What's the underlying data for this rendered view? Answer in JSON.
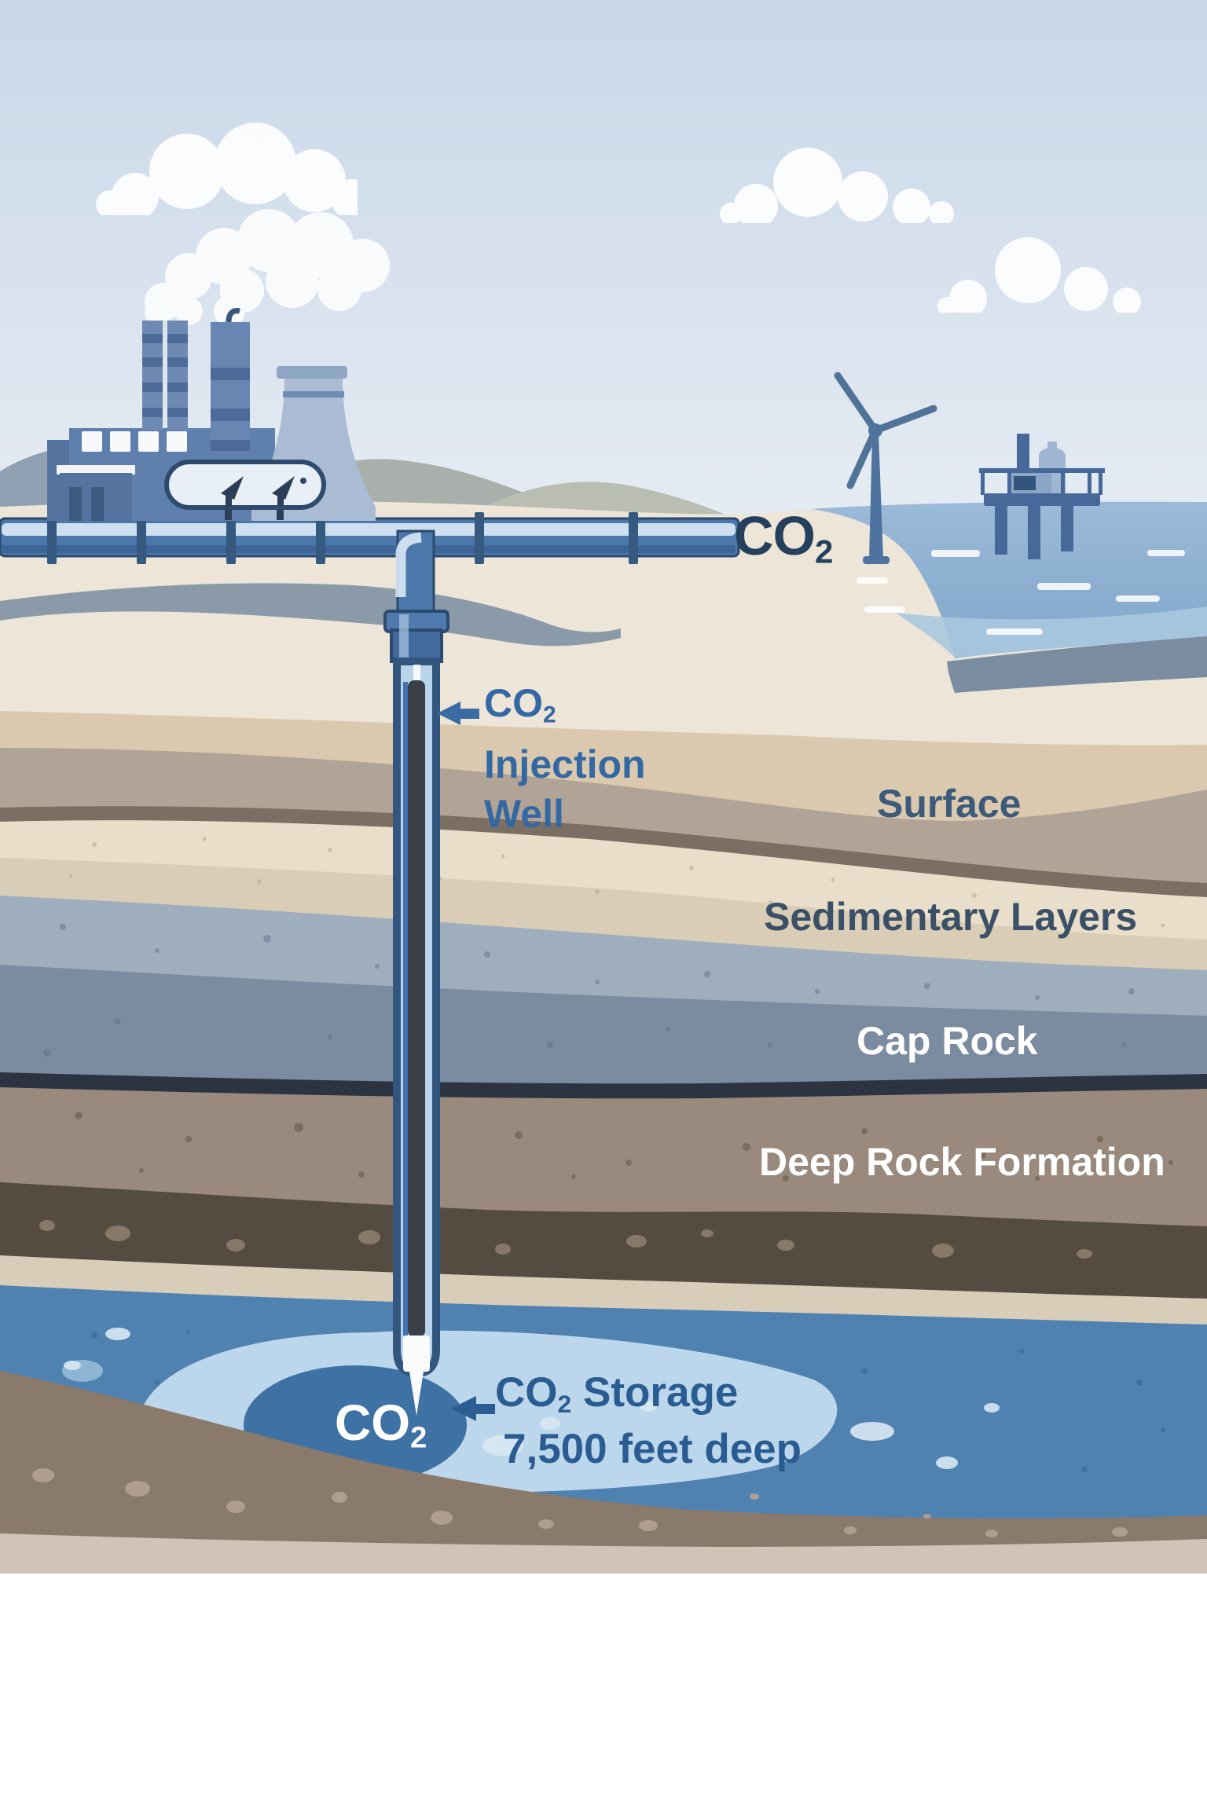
{
  "document": {
    "type": "infographic",
    "topic": "CO2 capture and underground storage diagram"
  },
  "labels": {
    "pipeline_co2": {
      "main": "CO",
      "sub": "2"
    },
    "injection_well": {
      "co2_main": "CO",
      "co2_sub": "2",
      "line2": "Injection",
      "line3": "Well"
    },
    "surface": "Surface",
    "sedimentary": "Sedimentary Layers",
    "cap_rock": "Cap Rock",
    "deep_rock": "Deep Rock Formation",
    "storage": {
      "co2_main": "CO",
      "co2_sub": "2",
      "rest": "Storage",
      "depth": "7,500 feet deep"
    },
    "plume_co2": {
      "main": "CO",
      "sub": "2"
    }
  },
  "palette": {
    "sky_top": "#C9D7E8",
    "sky_bottom": "#EEF2F6",
    "cloud_white": "#FCFDFE",
    "factory_blue": "#5F7FAC",
    "pipeline_blue": "#4B77AB",
    "pipeline_highlight": "#D9E8F5",
    "pipe_outline": "#2B4A6E",
    "ocean_blue": "#8FB0D2",
    "beach_cream": "#EDE5D8",
    "surface_tan": "#DAC9AF",
    "subsoil_taupe": "#B1A496",
    "sediment_cream": "#E9DEC9",
    "cap_rock_slate": "#7B8BA0",
    "seal_navy": "#2B3440",
    "deep_rock_brown": "#998A7D",
    "dark_stratum_brown": "#564B41",
    "aquifer_blue": "#4F81B1",
    "plume_light_blue": "#BCD7EB",
    "co2_bubble_blue": "#3E71A4",
    "well_casing_light": "#B9D3EA",
    "label_blue": "#3368A2",
    "label_dark_navy": "#24405D",
    "storage_label_blue": "#2B5C91",
    "label_white": "#FFFFFF"
  }
}
